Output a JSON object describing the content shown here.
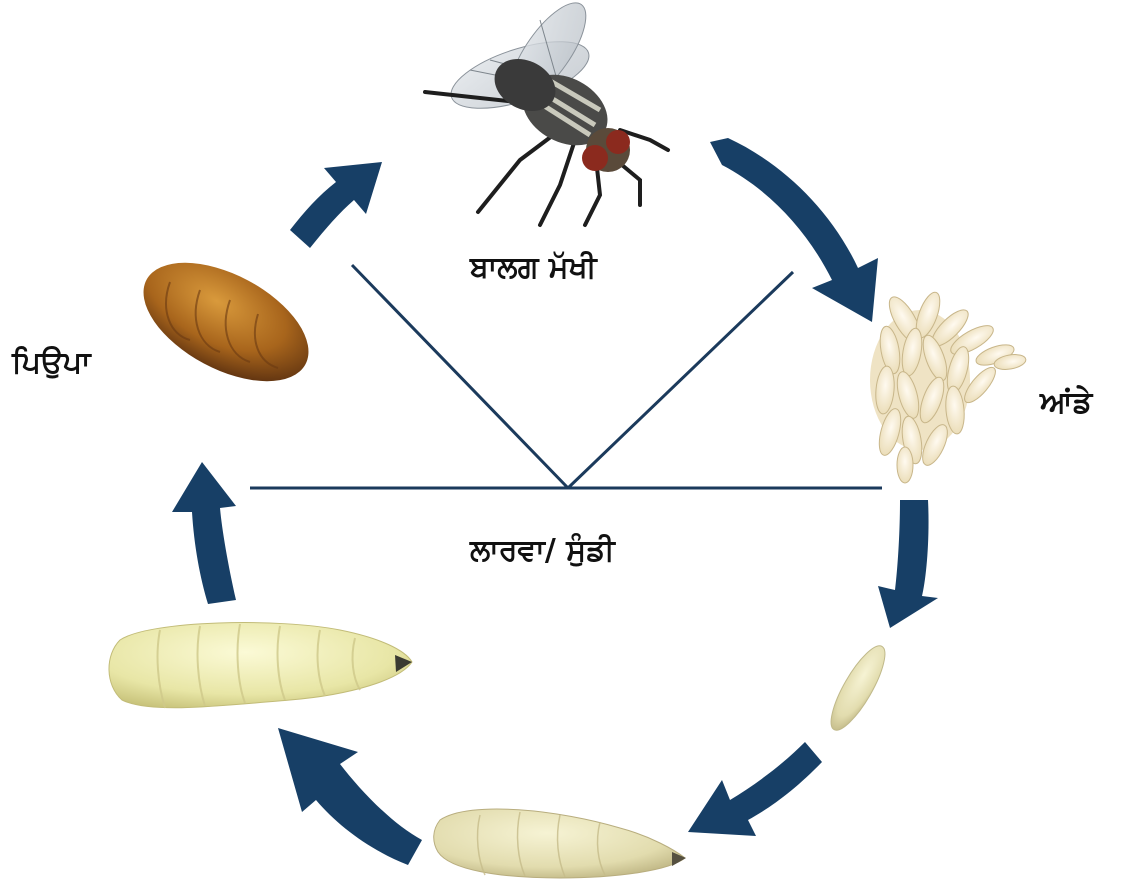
{
  "labels": {
    "adult": "ਬਾਲਗ ਮੱਖੀ",
    "eggs": "ਆਂਡੇ",
    "pupa": "ਪਿਉਪਾ",
    "larva": "ਲਾਰਵਾ/ ਸੁੰਡੀ"
  },
  "colors": {
    "arrow": "#173f66",
    "divider": "#1b3a5c",
    "pupa": "#a8651c",
    "larva": "#ecebb0",
    "egg": "#f3ead0",
    "fly_body": "#3a3a3a",
    "fly_eye": "#8b2a1e"
  }
}
